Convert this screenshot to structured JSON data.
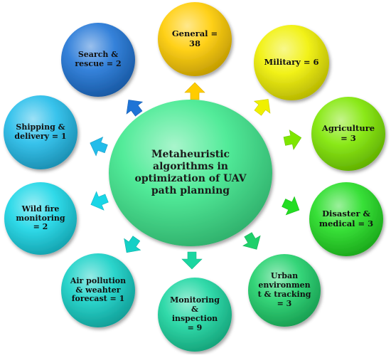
{
  "center": {
    "label": "Metaheuristic algorithms in optimization of UAV path planning",
    "color": "#3fe98e"
  },
  "nodes": [
    {
      "id": "general",
      "label": "General = 38",
      "color": "#ffcc00"
    },
    {
      "id": "military",
      "label": "Military = 6",
      "color": "#f0f000"
    },
    {
      "id": "agriculture",
      "label": "Agriculture = 3",
      "color": "#7ee600"
    },
    {
      "id": "disaster",
      "label": "Disaster & medical = 3",
      "color": "#22dd22"
    },
    {
      "id": "urban",
      "label": "Urban environmen t & tracking = 3",
      "color": "#1ed06a"
    },
    {
      "id": "monitoring",
      "label": "Monitoring & inspection = 9",
      "color": "#1ad6a0"
    },
    {
      "id": "air",
      "label": "Air pollution & weahter forecast = 1",
      "color": "#14d0c6"
    },
    {
      "id": "wildfire",
      "label": "Wild fire monitoring = 2",
      "color": "#19d6e6"
    },
    {
      "id": "shipping",
      "label": "Shipping & delivery = 1",
      "color": "#22bcea"
    },
    {
      "id": "search",
      "label": "Search & rescue = 2",
      "color": "#1f74d6"
    }
  ]
}
